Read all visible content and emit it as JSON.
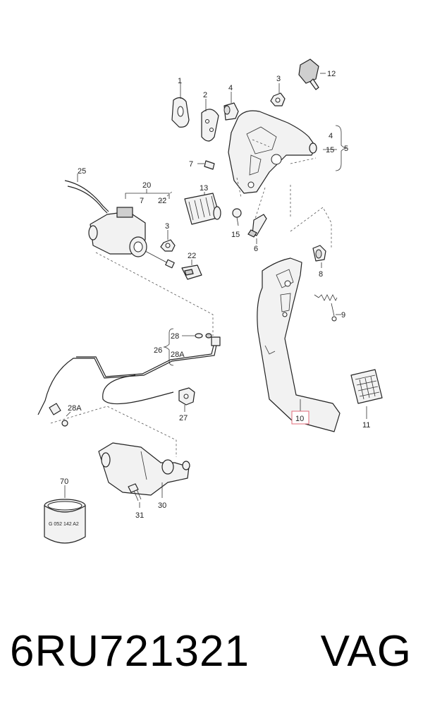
{
  "callouts": {
    "c1": "1",
    "c2": "2",
    "c3a": "3",
    "c12": "12",
    "c4a": "4",
    "c4b": "4",
    "c15a": "15",
    "c5": "5",
    "c7a": "7",
    "c25": "25",
    "c20": "20",
    "c7b": "7",
    "c22a": "22",
    "c13": "13",
    "c3b": "3",
    "c15b": "15",
    "c6": "6",
    "c22b": "22",
    "c8": "8",
    "c9": "9",
    "c28": "28",
    "c26": "26",
    "c28A": "28A",
    "c28A2": "28A",
    "c27": "27",
    "c10": "10",
    "c11": "11",
    "c70": "70",
    "c30": "30",
    "c31": "31"
  },
  "ring_marking": "G 052 142 A2",
  "highlight_color": "#e06b7a",
  "footer": {
    "part_number": "6RU721321",
    "brand": "VAG"
  }
}
